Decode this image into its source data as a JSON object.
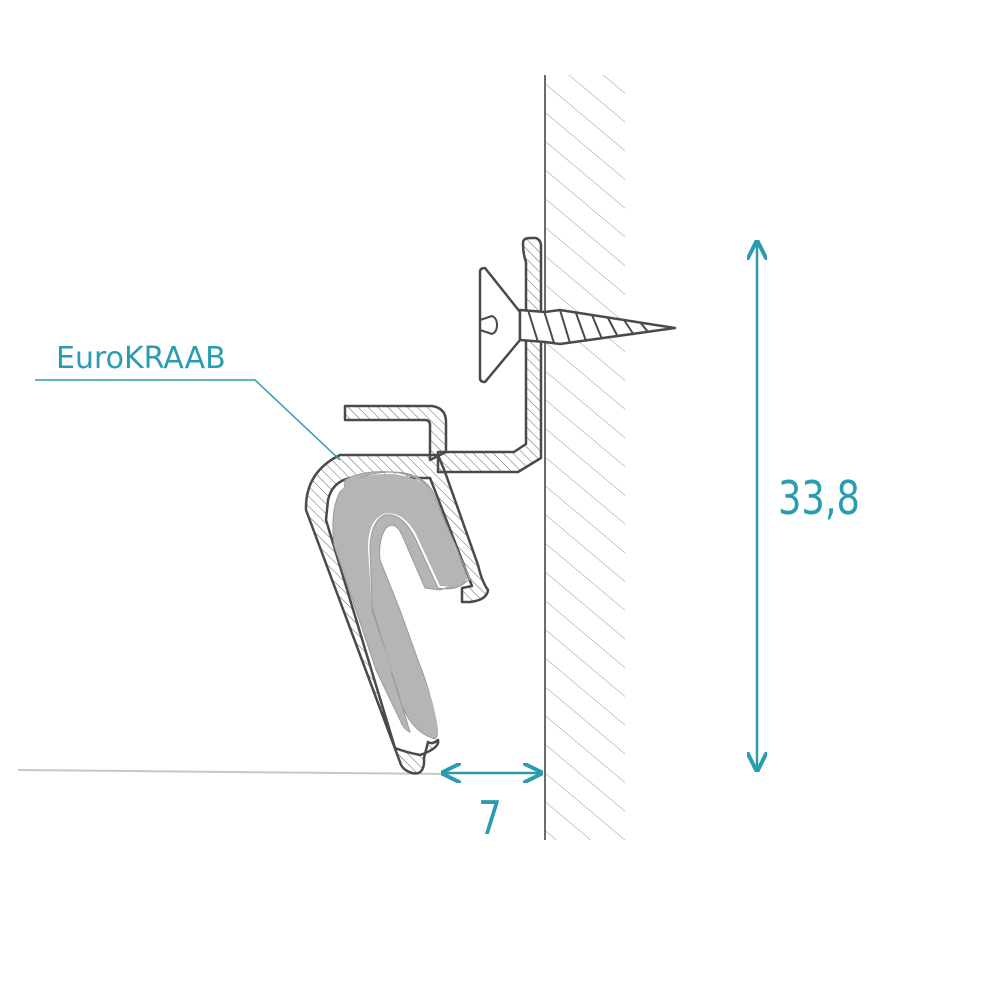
{
  "labels": {
    "profile_name": "EuroKRAAB"
  },
  "dimensions": {
    "height_value": "33,8",
    "depth_value": "7"
  },
  "colors": {
    "accent": "#2b9cb0",
    "outline": "#4a4a4a",
    "hatch": "#8a8a8a",
    "insert_fill": "#b5b5b5",
    "screw_fill": "#ffffff",
    "floor_line": "#c8c8c8"
  }
}
